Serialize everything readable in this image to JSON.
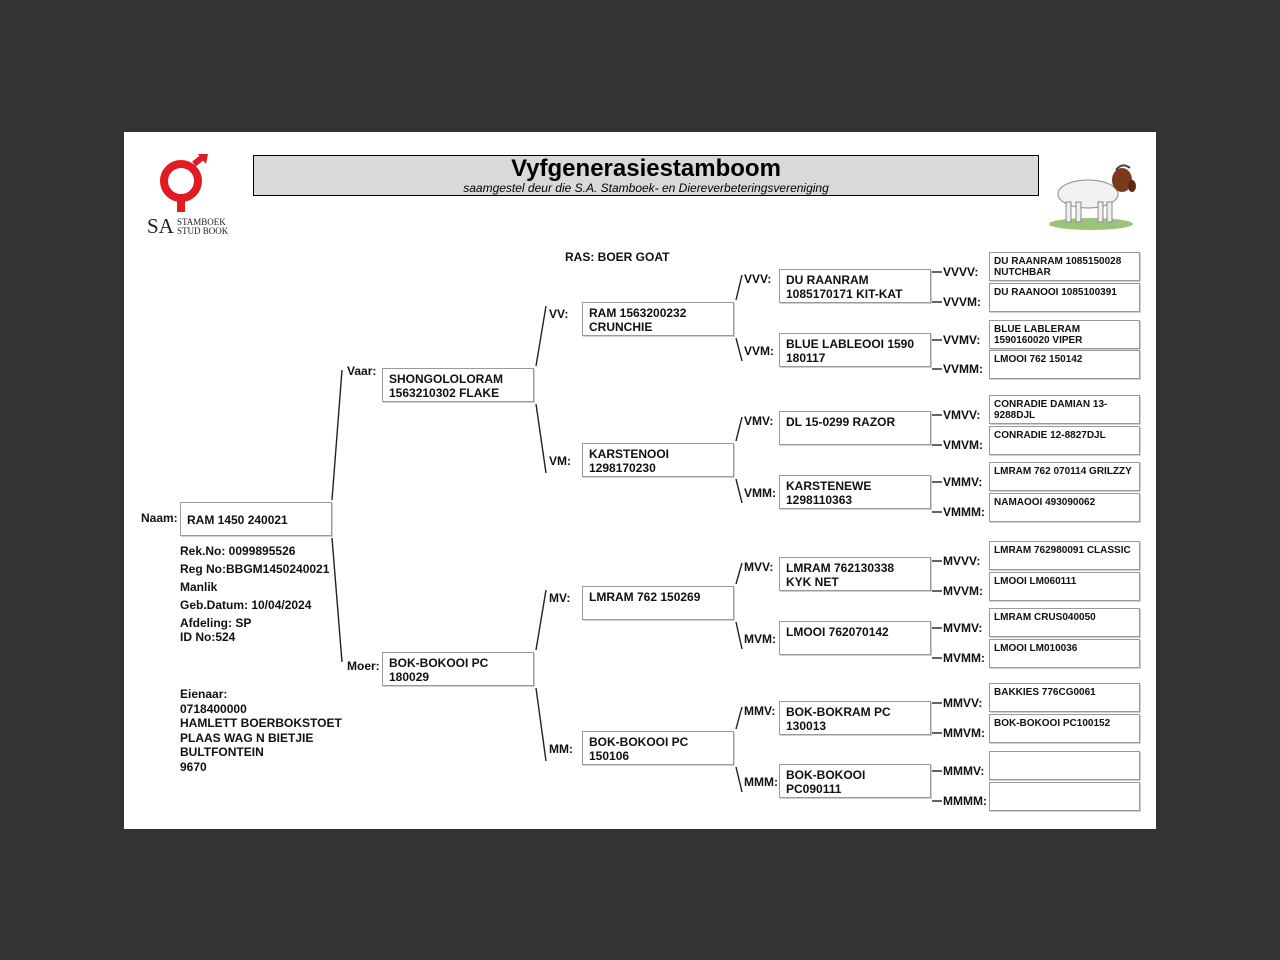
{
  "header": {
    "title": "Vyfgenerasiestamboom",
    "subtitle": "saamgestel deur die S.A. Stamboek- en Diereverbeteringsvereniging",
    "logo_sa": "SA",
    "logo_line1": "STAMBOEK",
    "logo_line2": "STUD BOOK",
    "logo_color": "#e21b23"
  },
  "breed": "RAS: BOER GOAT",
  "animal": {
    "label": "Naam:",
    "name": "RAM 1450 240021",
    "details": [
      "Rek.No: 0099895526",
      "Reg No:BBGM1450240021",
      "Manlik",
      "Geb.Datum: 10/04/2024",
      "Afdeling: SP",
      "ID No:524"
    ]
  },
  "owner": {
    "lines": [
      "Eienaar:",
      "0718400000",
      "HAMLETT BOERBOKSTOET",
      "PLAAS WAG N BIETJIE",
      "BULTFONTEIN",
      "9670"
    ]
  },
  "gen1": [
    {
      "label": "Vaar:",
      "name": "SHONGOLOLORAM\n1563210302 FLAKE"
    },
    {
      "label": "Moer:",
      "name": "BOK-BOKOOI PC\n180029"
    }
  ],
  "gen2": [
    {
      "label": "VV:",
      "name": "RAM 1563200232\nCRUNCHIE"
    },
    {
      "label": "VM:",
      "name": "KARSTENOOI\n1298170230"
    },
    {
      "label": "MV:",
      "name": "LMRAM 762 150269"
    },
    {
      "label": "MM:",
      "name": "BOK-BOKOOI PC\n150106"
    }
  ],
  "gen3": [
    {
      "label": "VVV:",
      "name": "DU RAANRAM\n1085170171 KIT-KAT"
    },
    {
      "label": "VVM:",
      "name": "BLUE LABLEOOI 1590\n180117"
    },
    {
      "label": "VMV:",
      "name": "DL 15-0299 RAZOR"
    },
    {
      "label": "VMM:",
      "name": "KARSTENEWE\n1298110363"
    },
    {
      "label": "MVV:",
      "name": "LMRAM 762130338\nKYK NET"
    },
    {
      "label": "MVM:",
      "name": "LMOOI 762070142"
    },
    {
      "label": "MMV:",
      "name": "BOK-BOKRAM PC\n130013"
    },
    {
      "label": "MMM:",
      "name": "BOK-BOKOOI\nPC090111"
    }
  ],
  "gen4": [
    {
      "label": "VVVV:",
      "name": "DU RAANRAM 1085150028\nNUTCHBAR"
    },
    {
      "label": "VVVM:",
      "name": "DU RAANOOI 1085100391"
    },
    {
      "label": "VVMV:",
      "name": "BLUE LABLERAM\n1590160020 VIPER"
    },
    {
      "label": "VVMM:",
      "name": "LMOOI 762 150142"
    },
    {
      "label": "VMVV:",
      "name": "CONRADIE DAMIAN 13-\n9288DJL"
    },
    {
      "label": "VMVM:",
      "name": "CONRADIE 12-8827DJL"
    },
    {
      "label": "VMMV:",
      "name": "LMRAM 762 070114 GRILZZY"
    },
    {
      "label": "VMMM:",
      "name": "NAMAOOI 493090062"
    },
    {
      "label": "MVVV:",
      "name": "LMRAM 762980091 CLASSIC"
    },
    {
      "label": "MVVM:",
      "name": "LMOOI LM060111"
    },
    {
      "label": "MVMV:",
      "name": "LMRAM CRUS040050"
    },
    {
      "label": "MVMM:",
      "name": "LMOOI LM010036"
    },
    {
      "label": "MMVV:",
      "name": "BAKKIES 776CG0061"
    },
    {
      "label": "MMVM:",
      "name": "BOK-BOKOOI PC100152"
    },
    {
      "label": "MMMV:",
      "name": ""
    },
    {
      "label": "MMMM:",
      "name": ""
    }
  ]
}
